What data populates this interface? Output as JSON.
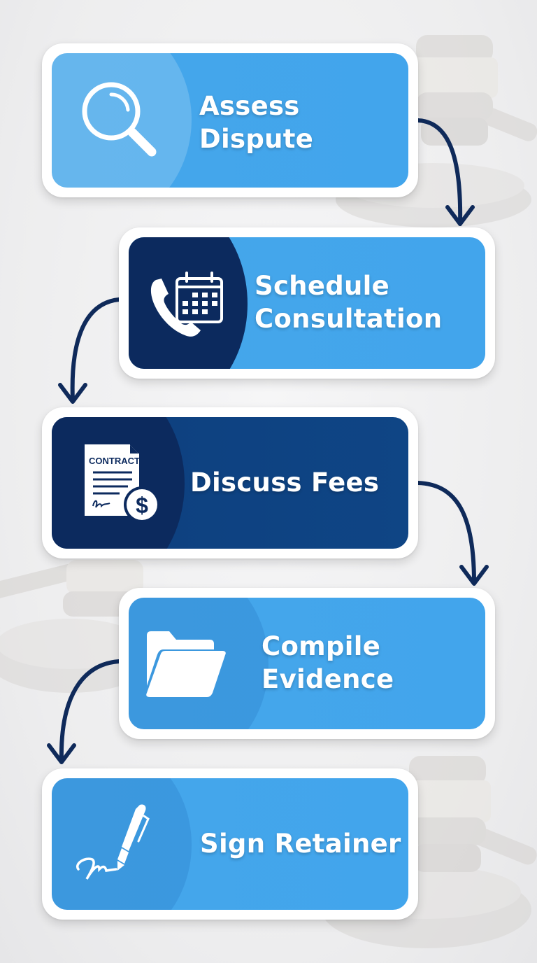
{
  "diagram": {
    "type": "vertical-process-flow",
    "theme": {
      "background": "#efeff0",
      "card_border": "#ffffff",
      "light_blue": "#42a5ec",
      "mid_navy": "#0f4585",
      "dark_navy": "#0c2a5e",
      "arrow_color": "#0f2a5a",
      "text_color": "#ffffff"
    },
    "steps": [
      {
        "index": 1,
        "label": "Assess\nDispute",
        "icon": "magnifying-glass-icon",
        "style": "light"
      },
      {
        "index": 2,
        "label": "Schedule\nConsultation",
        "icon": "phone-calendar-icon",
        "style": "light-with-navy-badge"
      },
      {
        "index": 3,
        "label": "Discuss Fees",
        "icon": "contract-dollar-icon",
        "style": "navy"
      },
      {
        "index": 4,
        "label": "Compile\nEvidence",
        "icon": "folder-icon",
        "style": "light"
      },
      {
        "index": 5,
        "label": "Sign Retainer",
        "icon": "pen-signature-icon",
        "style": "light"
      }
    ],
    "contract_icon_text": "CONTRACT",
    "currency_symbol": "$",
    "connectors": [
      {
        "from": 1,
        "to": 2,
        "side": "right"
      },
      {
        "from": 2,
        "to": 3,
        "side": "left"
      },
      {
        "from": 3,
        "to": 4,
        "side": "right"
      },
      {
        "from": 4,
        "to": 5,
        "side": "left"
      }
    ],
    "background_decoration": "gavel-watermark"
  }
}
